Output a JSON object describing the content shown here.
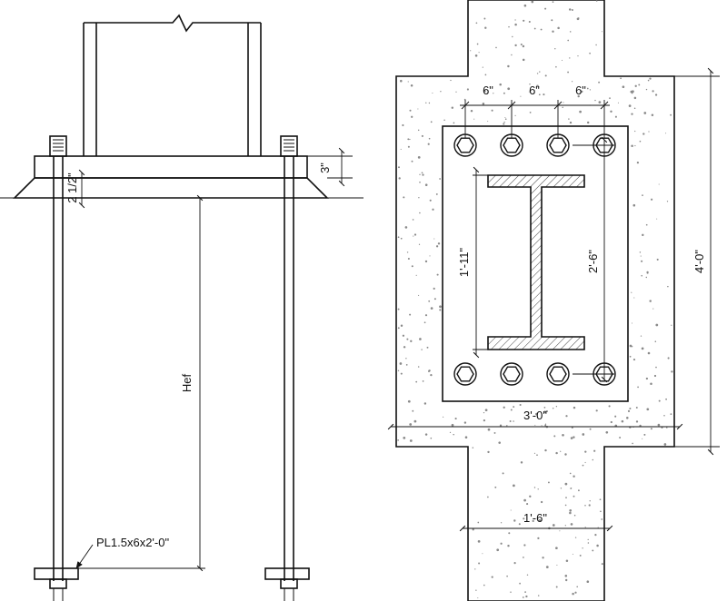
{
  "elevation": {
    "labels": {
      "plate_thickness": "3\"",
      "grout": "2 1/2\"",
      "embedment": "Hef",
      "anchor_plate": "PL1.5x6x2'-0\""
    }
  },
  "plan": {
    "labels": {
      "bolt_spacing_1": "6\"",
      "bolt_spacing_2": "6\"",
      "bolt_spacing_3": "6\"",
      "column_depth": "1'-11\"",
      "bolt_row_spacing": "2'-6\"",
      "pedestal_width": "3'-0\"",
      "pedestal_height": "4'-0\"",
      "pier_width": "1'-6\""
    }
  }
}
